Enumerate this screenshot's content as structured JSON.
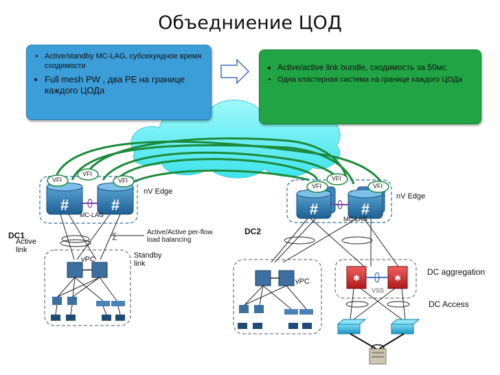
{
  "title": "Объедниение ЦОД",
  "left_callout": {
    "items": [
      "Active/standby MC-LAG, субсекундное время сходимости",
      "Full mesh PW , два PE на границе каждого ЦОДа"
    ]
  },
  "right_callout": {
    "items": [
      "Active/active link bundle, сходимость за 50мс",
      "Одна кластерная система на границе каждого ЦОДа"
    ]
  },
  "dc1": {
    "name": "DC1",
    "vfi": [
      "VFI",
      "VFI",
      "VFI"
    ],
    "edge_label": "nV  Edge",
    "mclag": "MC-LAG",
    "active_link": "Active link",
    "standby_link": "Standby link",
    "vpc": "vPC",
    "lb_note": "Active/Active per-flow load balancing"
  },
  "dc2": {
    "name": "DC2",
    "vfi": [
      "VFI",
      "VFI",
      "VFI"
    ],
    "edge_label": "nV Edge",
    "mclag": "MC-LAG",
    "vpc": "vPC",
    "vss": "VSS",
    "aggregation": "DC aggregation",
    "access": "DC Access"
  },
  "colors": {
    "blue_callout": "#3b9ed8",
    "green_callout": "#21a444",
    "cloud": "#5ff0f5",
    "pw_line": "#1c8a3a",
    "router": "#2f80b8",
    "aggregation_switch": "#d92b2b",
    "access_switch": "#2fb5dc"
  }
}
